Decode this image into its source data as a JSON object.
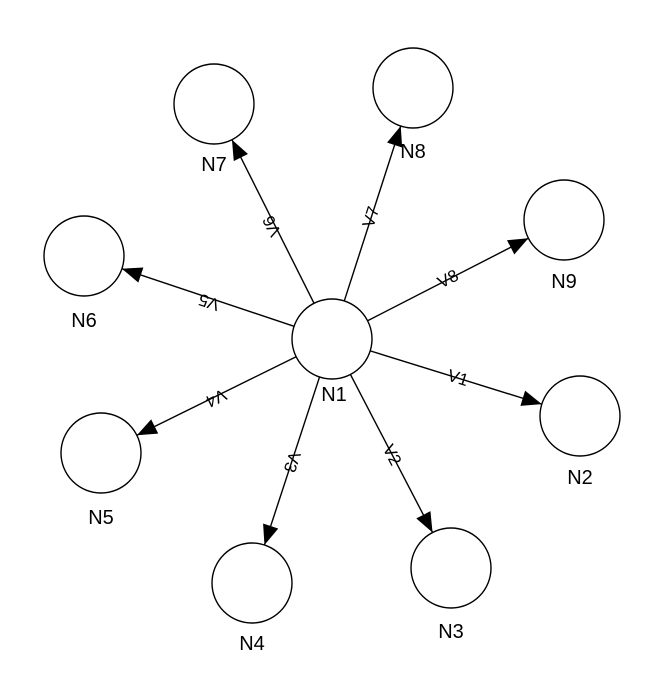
{
  "center": {
    "id": "n1",
    "label": "N1"
  },
  "nodes": [
    {
      "id": "n2",
      "label": "N2"
    },
    {
      "id": "n3",
      "label": "N3"
    },
    {
      "id": "n4",
      "label": "N4"
    },
    {
      "id": "n5",
      "label": "N5"
    },
    {
      "id": "n6",
      "label": "N6"
    },
    {
      "id": "n7",
      "label": "N7"
    },
    {
      "id": "n8",
      "label": "N8"
    },
    {
      "id": "n9",
      "label": "N9"
    }
  ],
  "edges": [
    {
      "from": "n1",
      "to": "n2",
      "label": "V1"
    },
    {
      "from": "n1",
      "to": "n3",
      "label": "V2"
    },
    {
      "from": "n1",
      "to": "n4",
      "label": "V3"
    },
    {
      "from": "n1",
      "to": "n5",
      "label": "V4"
    },
    {
      "from": "n1",
      "to": "n6",
      "label": "V5"
    },
    {
      "from": "n1",
      "to": "n7",
      "label": "V6"
    },
    {
      "from": "n1",
      "to": "n8",
      "label": "V7"
    },
    {
      "from": "n1",
      "to": "n9",
      "label": "V8"
    }
  ],
  "colors": {
    "stroke": "#000000",
    "fill": "#ffffff"
  }
}
